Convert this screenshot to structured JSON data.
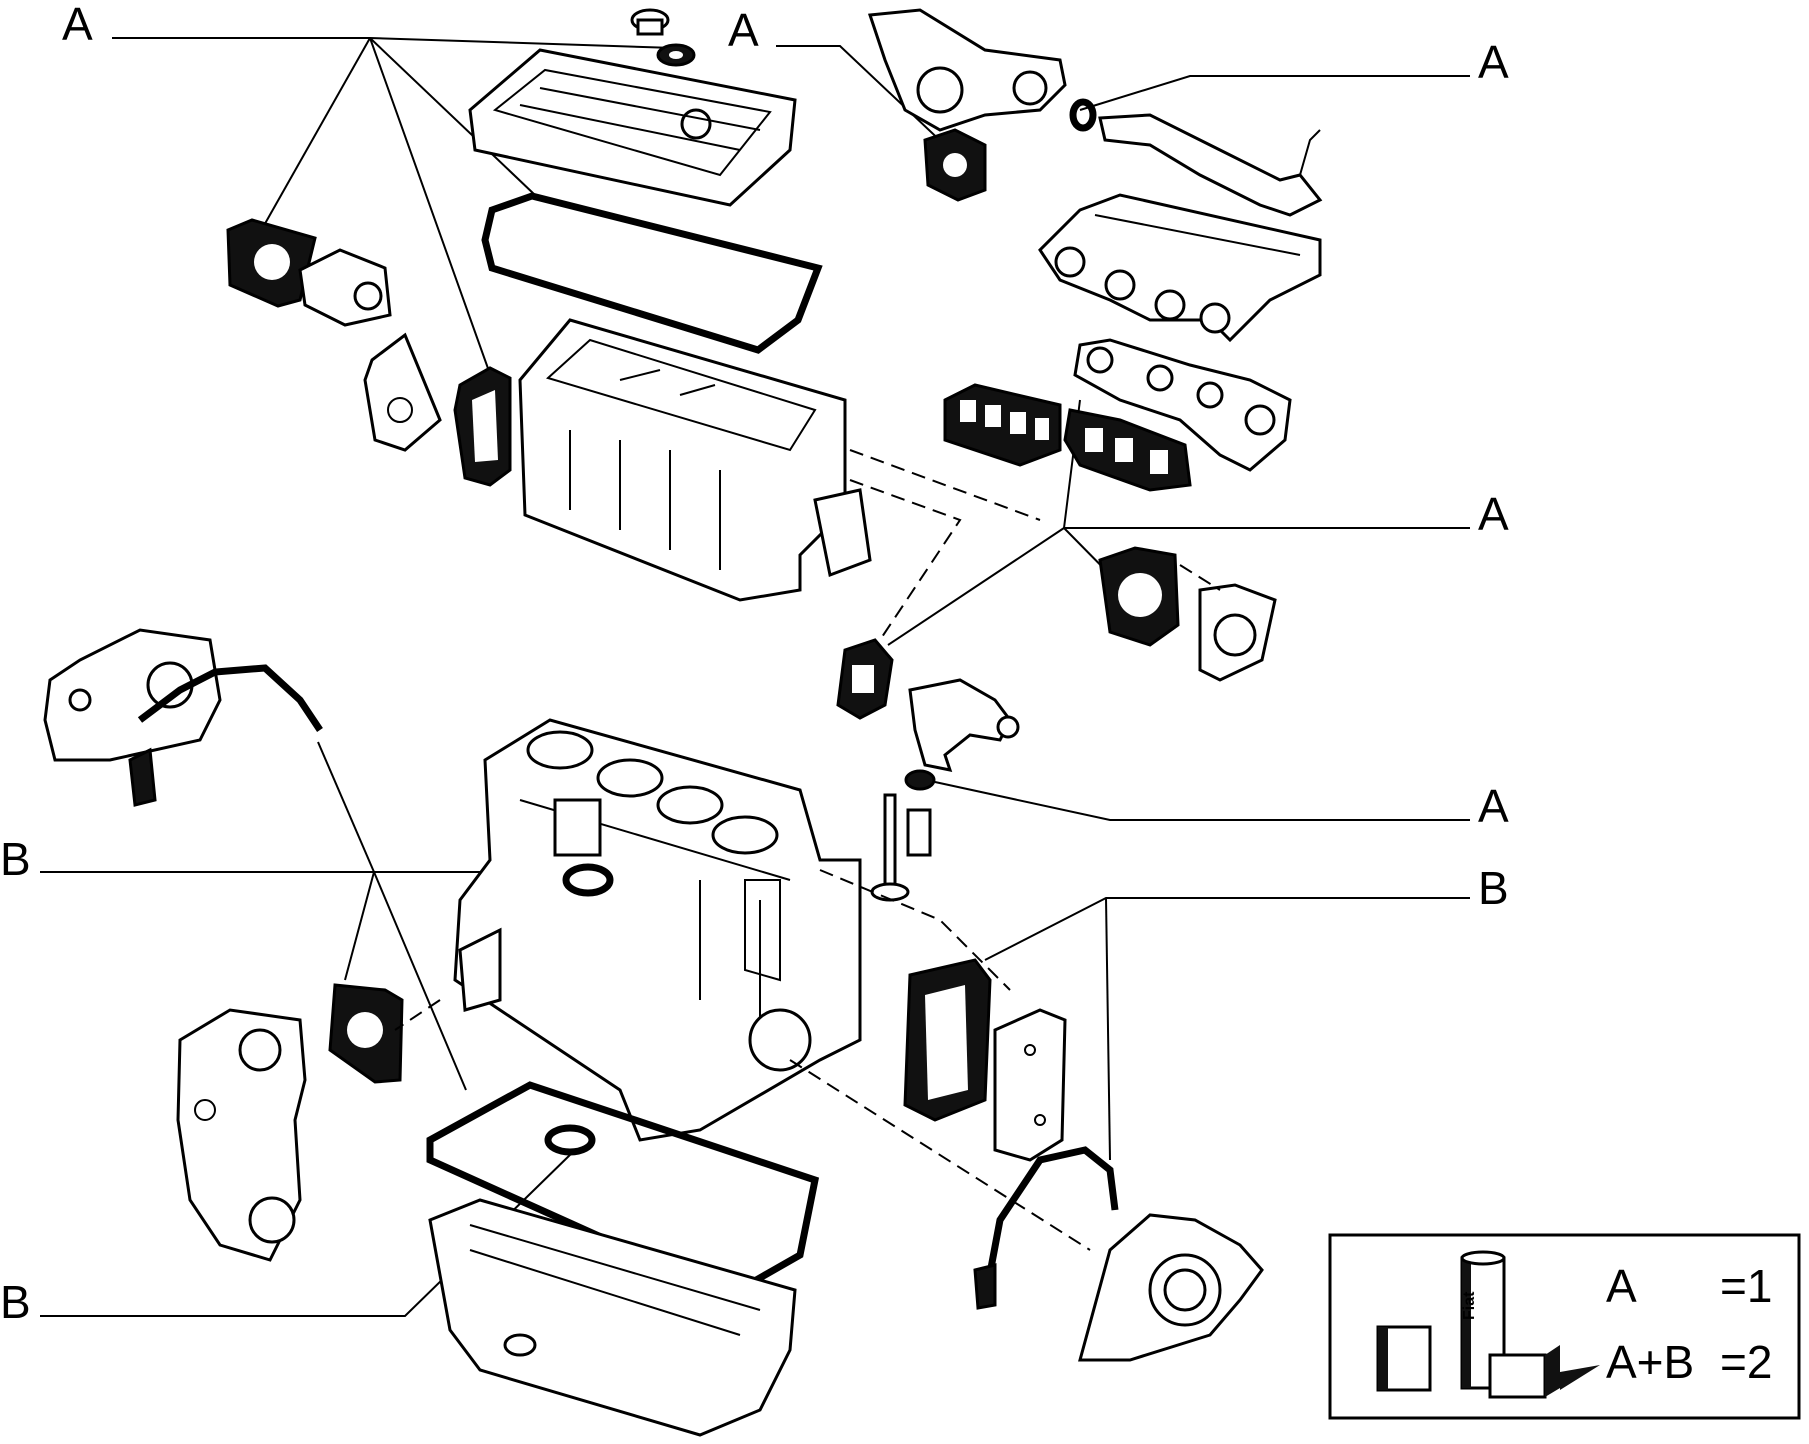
{
  "callouts": {
    "a1": "A",
    "a2": "A",
    "a3": "A",
    "a4": "A",
    "a5": "A",
    "b1": "B",
    "b2": "B",
    "b3": "B"
  },
  "legend": {
    "row1_label": "A",
    "row1_value": "=1",
    "row2_label": "A+B",
    "row2_value": "=2",
    "package_brand": "Fiat"
  }
}
